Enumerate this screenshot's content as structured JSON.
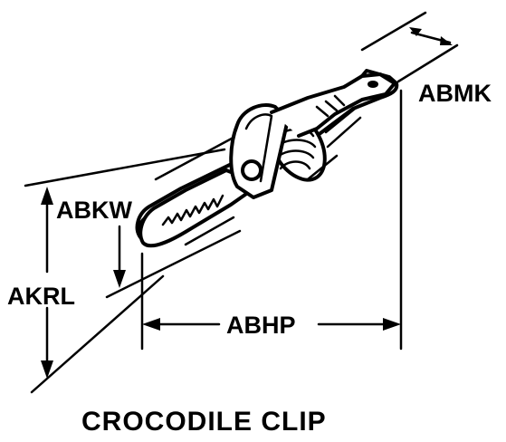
{
  "diagram": {
    "caption": "CROCODILE CLIP",
    "labels": {
      "abmk": "ABMK",
      "abkw": "ABKW",
      "akrl": "AKRL",
      "abhp": "ABHP"
    },
    "line_color": "#000000",
    "background_color": "#ffffff"
  }
}
